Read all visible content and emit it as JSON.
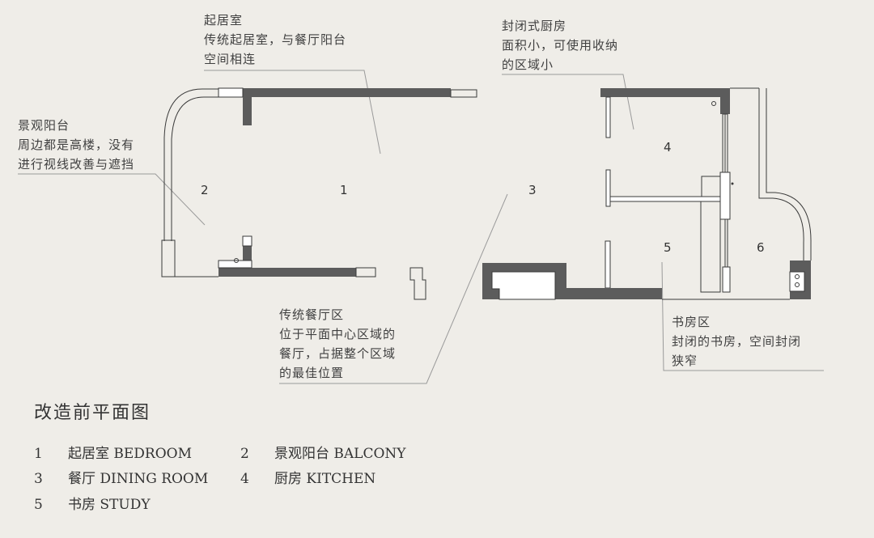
{
  "annotations": {
    "living_room": [
      "起居室",
      "传统起居室，与餐厅阳台",
      "空间相连"
    ],
    "kitchen": [
      "封闭式厨房",
      "面积小，可使用收纳",
      "的区域小"
    ],
    "balcony": [
      "景观阳台",
      "周边都是高楼，没有",
      "进行视线改善与遮挡"
    ],
    "dining": [
      "传统餐厅区",
      "位于平面中心区域的",
      "餐厅，占据整个区域",
      "的最佳位置"
    ],
    "study": [
      "书房区",
      "封闭的书房，空间封闭",
      "狭窄"
    ]
  },
  "room_numbers": {
    "r1": "1",
    "r2": "2",
    "r3": "3",
    "r4": "4",
    "r5": "5",
    "r6": "6"
  },
  "plan_title": "改造前平面图",
  "legend": [
    {
      "num": "1",
      "text": "起居室 BEDROOM"
    },
    {
      "num": "2",
      "text": "景观阳台 BALCONY"
    },
    {
      "num": "3",
      "text": "餐厅 DINING ROOM"
    },
    {
      "num": "4",
      "text": "厨房 KITCHEN"
    },
    {
      "num": "5",
      "text": "书房 STUDY"
    }
  ],
  "colors": {
    "background": "#efede8",
    "wall": "#5c5c5c",
    "line": "#3a3a3a",
    "leader": "#9a9a9a"
  }
}
